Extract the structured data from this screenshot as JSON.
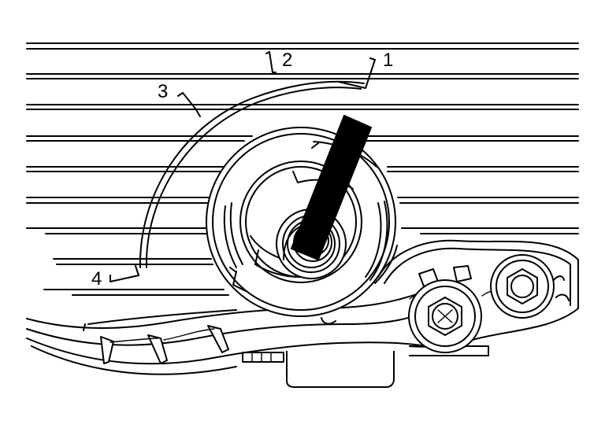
{
  "diagram": {
    "callouts": [
      {
        "id": "1",
        "label": "1"
      },
      {
        "id": "2",
        "label": "2"
      },
      {
        "id": "3",
        "label": "3"
      },
      {
        "id": "4",
        "label": "4"
      }
    ],
    "colors": {
      "line": "#000000",
      "background": "#ffffff",
      "pointer": "#000000"
    },
    "icons": [
      "spiral-spring-icon",
      "hex-bolt-icon",
      "flange-bolt-icon",
      "pointer-bar-icon"
    ]
  }
}
